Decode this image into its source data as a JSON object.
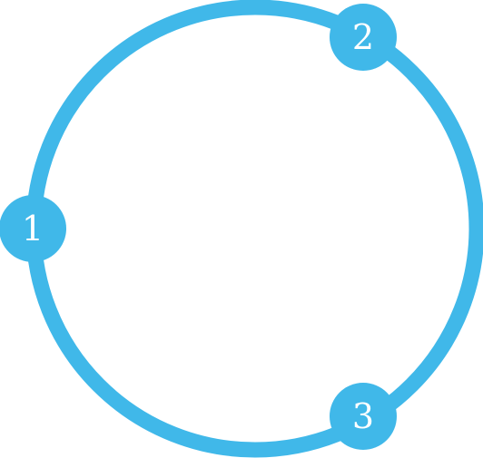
{
  "colors": {
    "ring": "#40b8e9",
    "node_fill": "#40b8e9",
    "label": "#ffffff",
    "background": "#ffffff"
  },
  "nodes": [
    {
      "id": "node-1",
      "label": "1"
    },
    {
      "id": "node-2",
      "label": "2"
    },
    {
      "id": "node-3",
      "label": "3"
    }
  ]
}
